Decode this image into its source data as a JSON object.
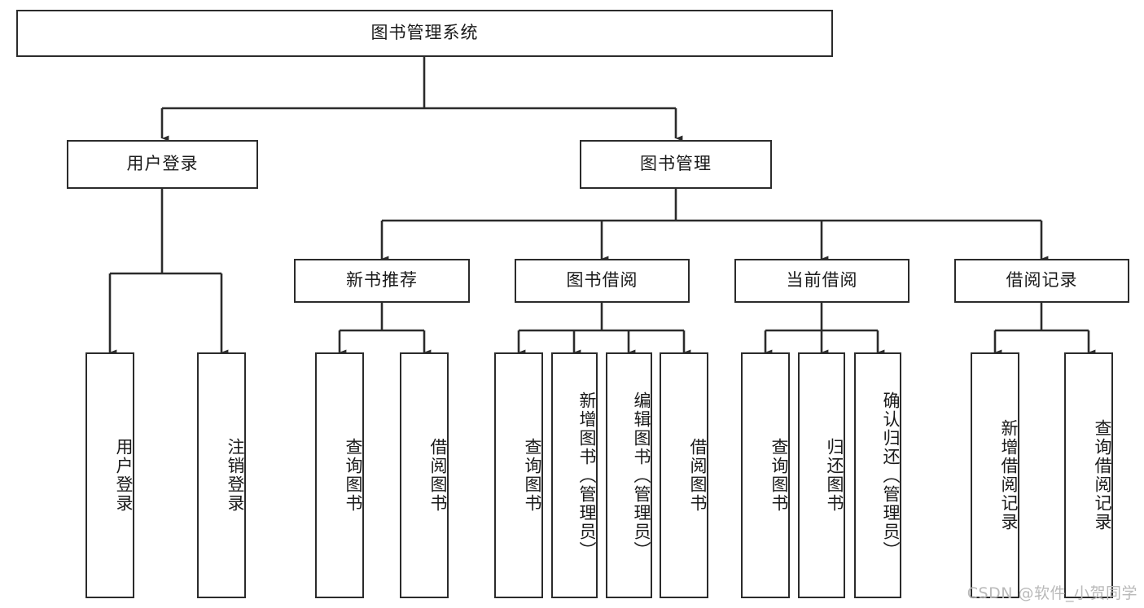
{
  "diagram": {
    "title": "图书管理系统",
    "type": "tree-hierarchy-chart",
    "colors": {
      "border": "#2b2b2b",
      "fill": "#ffffff",
      "text": "#1a1a1a",
      "connector": "#2b2b2b",
      "watermark": "#b9b9b9"
    },
    "root": {
      "label": "图书管理系统"
    },
    "level2": [
      {
        "label": "用户登录"
      },
      {
        "label": "图书管理"
      }
    ],
    "level3": [
      {
        "label": "新书推荐"
      },
      {
        "label": "图书借阅"
      },
      {
        "label": "当前借阅"
      },
      {
        "label": "借阅记录"
      }
    ],
    "leaves": {
      "user_login": [
        {
          "label": "用户登录"
        },
        {
          "label": "注销登录"
        }
      ],
      "new_book_recommend": [
        {
          "label": "查询图书"
        },
        {
          "label": "借阅图书"
        }
      ],
      "book_borrow": [
        {
          "label": "查询图书"
        },
        {
          "label": "新增图书（管理员）"
        },
        {
          "label": "编辑图书（管理员）"
        },
        {
          "label": "借阅图书"
        }
      ],
      "current_borrow": [
        {
          "label": "查询图书"
        },
        {
          "label": "归还图书"
        },
        {
          "label": "确认归还（管理员）"
        }
      ],
      "borrow_record": [
        {
          "label": "新增借阅记录"
        },
        {
          "label": "查询借阅记录"
        }
      ]
    }
  },
  "watermark": {
    "text": "CSDN @软件_小贺同学"
  }
}
